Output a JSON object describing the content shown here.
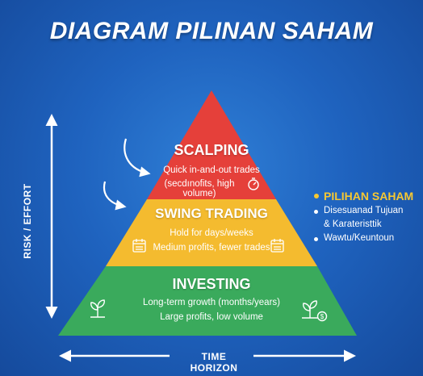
{
  "title": "DIAGRAM PILINAN SAHAM",
  "axes": {
    "y_label": "RISK / EFFORT",
    "x_label": "TIME HORIZON"
  },
  "tiers": [
    {
      "name": "SCALPING",
      "color": "#e5403a",
      "lines": [
        "Quick in-and-out trades",
        "(secdınofits, high volume)"
      ],
      "icon": "stopwatch-icon"
    },
    {
      "name": "SWING TRADING",
      "color": "#f4bb2f",
      "lines": [
        "Hold for days/weeks",
        "Medium profits, fewer trades"
      ],
      "icon": "calendar-icon"
    },
    {
      "name": "INVESTING",
      "color": "#3aaa5c",
      "lines": [
        "Long-term growth (months/years)",
        "Large profits, low volume"
      ],
      "icon": "plant-growth-icon"
    }
  ],
  "legend": {
    "title": "PILIHAN SAHAM",
    "items": [
      "Disesuanad Tujuan",
      "& Karateristtik",
      "Wawtu/Keuntoun"
    ]
  }
}
